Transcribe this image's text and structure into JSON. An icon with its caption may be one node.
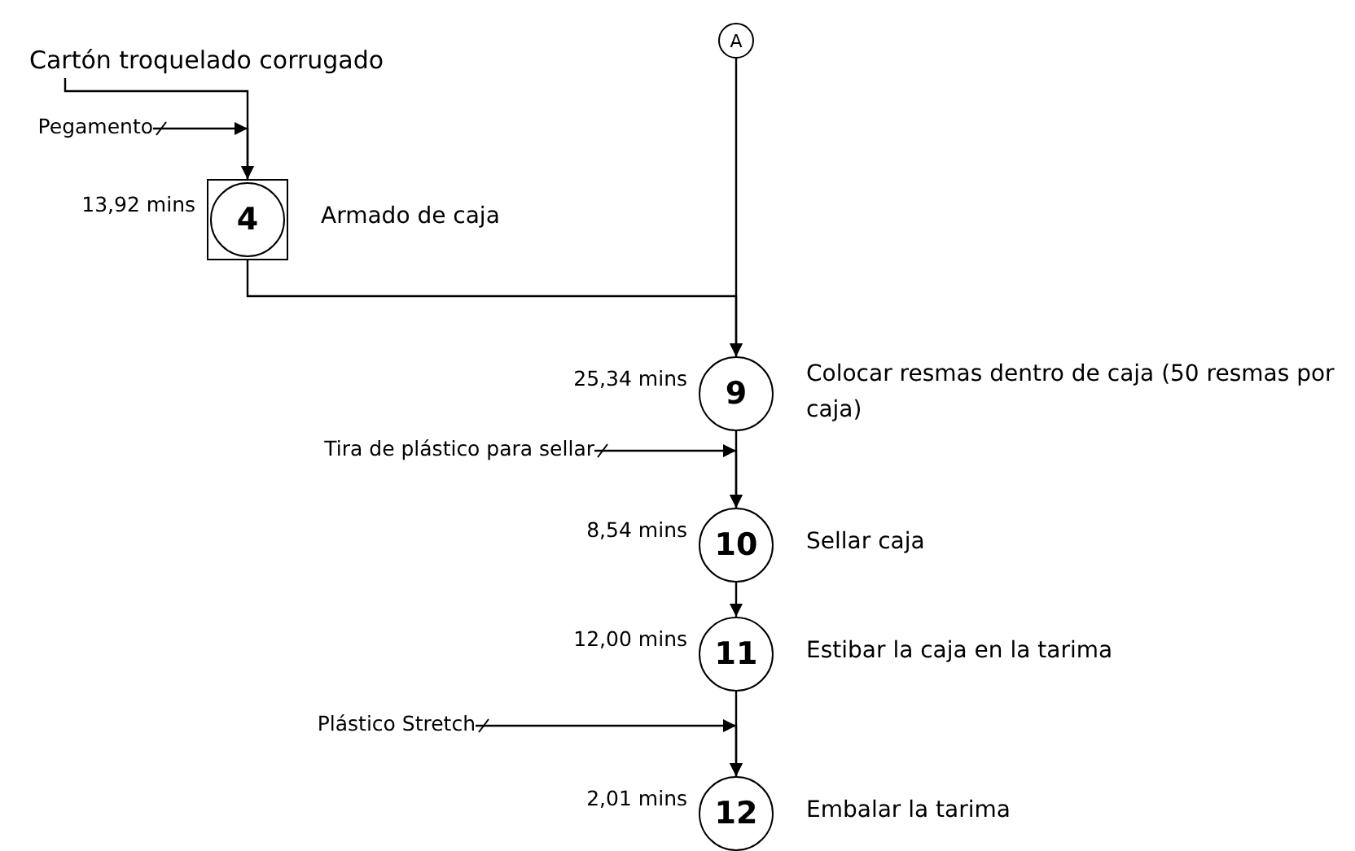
{
  "diagram": {
    "nodes": [
      {
        "text": [
          "A"
        ]
      },
      {
        "text": [
          "Cartón troquelado corrugado"
        ]
      },
      {
        "text": [
          "Pegamento"
        ]
      },
      {
        "text": [
          "4"
        ],
        "beside": [
          "13,92 mins",
          "Armado de caja"
        ]
      },
      {
        "text": [
          "9"
        ],
        "beside": [
          "25,34 mins",
          "Colocar resmas dentro de caja (50 resmas por caja)"
        ]
      },
      {
        "text": [
          "Tira de plástico para sellar"
        ]
      },
      {
        "text": [
          "10"
        ],
        "beside": [
          "8,54 mins",
          "Sellar caja"
        ]
      },
      {
        "text": [
          "11"
        ],
        "beside": [
          "12,00 mins",
          "Estibar la caja en la tarima"
        ]
      },
      {
        "text": [
          "Plástico Stretch"
        ]
      },
      {
        "text": [
          "12"
        ],
        "beside": [
          "2,01 mins",
          "Embalar la tarima"
        ]
      }
    ],
    "edges": [
      {
        "from": 0,
        "to": 4,
        "arrow": "to"
      },
      {
        "from": 1,
        "to": 3,
        "arrow": "to"
      },
      {
        "from": 2,
        "to": 3,
        "arrow": "to"
      },
      {
        "from": 3,
        "to": 4,
        "arrow": "to"
      },
      {
        "from": 4,
        "to": 6,
        "arrow": "to"
      },
      {
        "from": 5,
        "to": 6,
        "arrow": "to"
      },
      {
        "from": 6,
        "to": 7,
        "arrow": "to"
      },
      {
        "from": 7,
        "to": 9,
        "arrow": "to"
      },
      {
        "from": 8,
        "to": 9,
        "arrow": "to"
      }
    ]
  }
}
